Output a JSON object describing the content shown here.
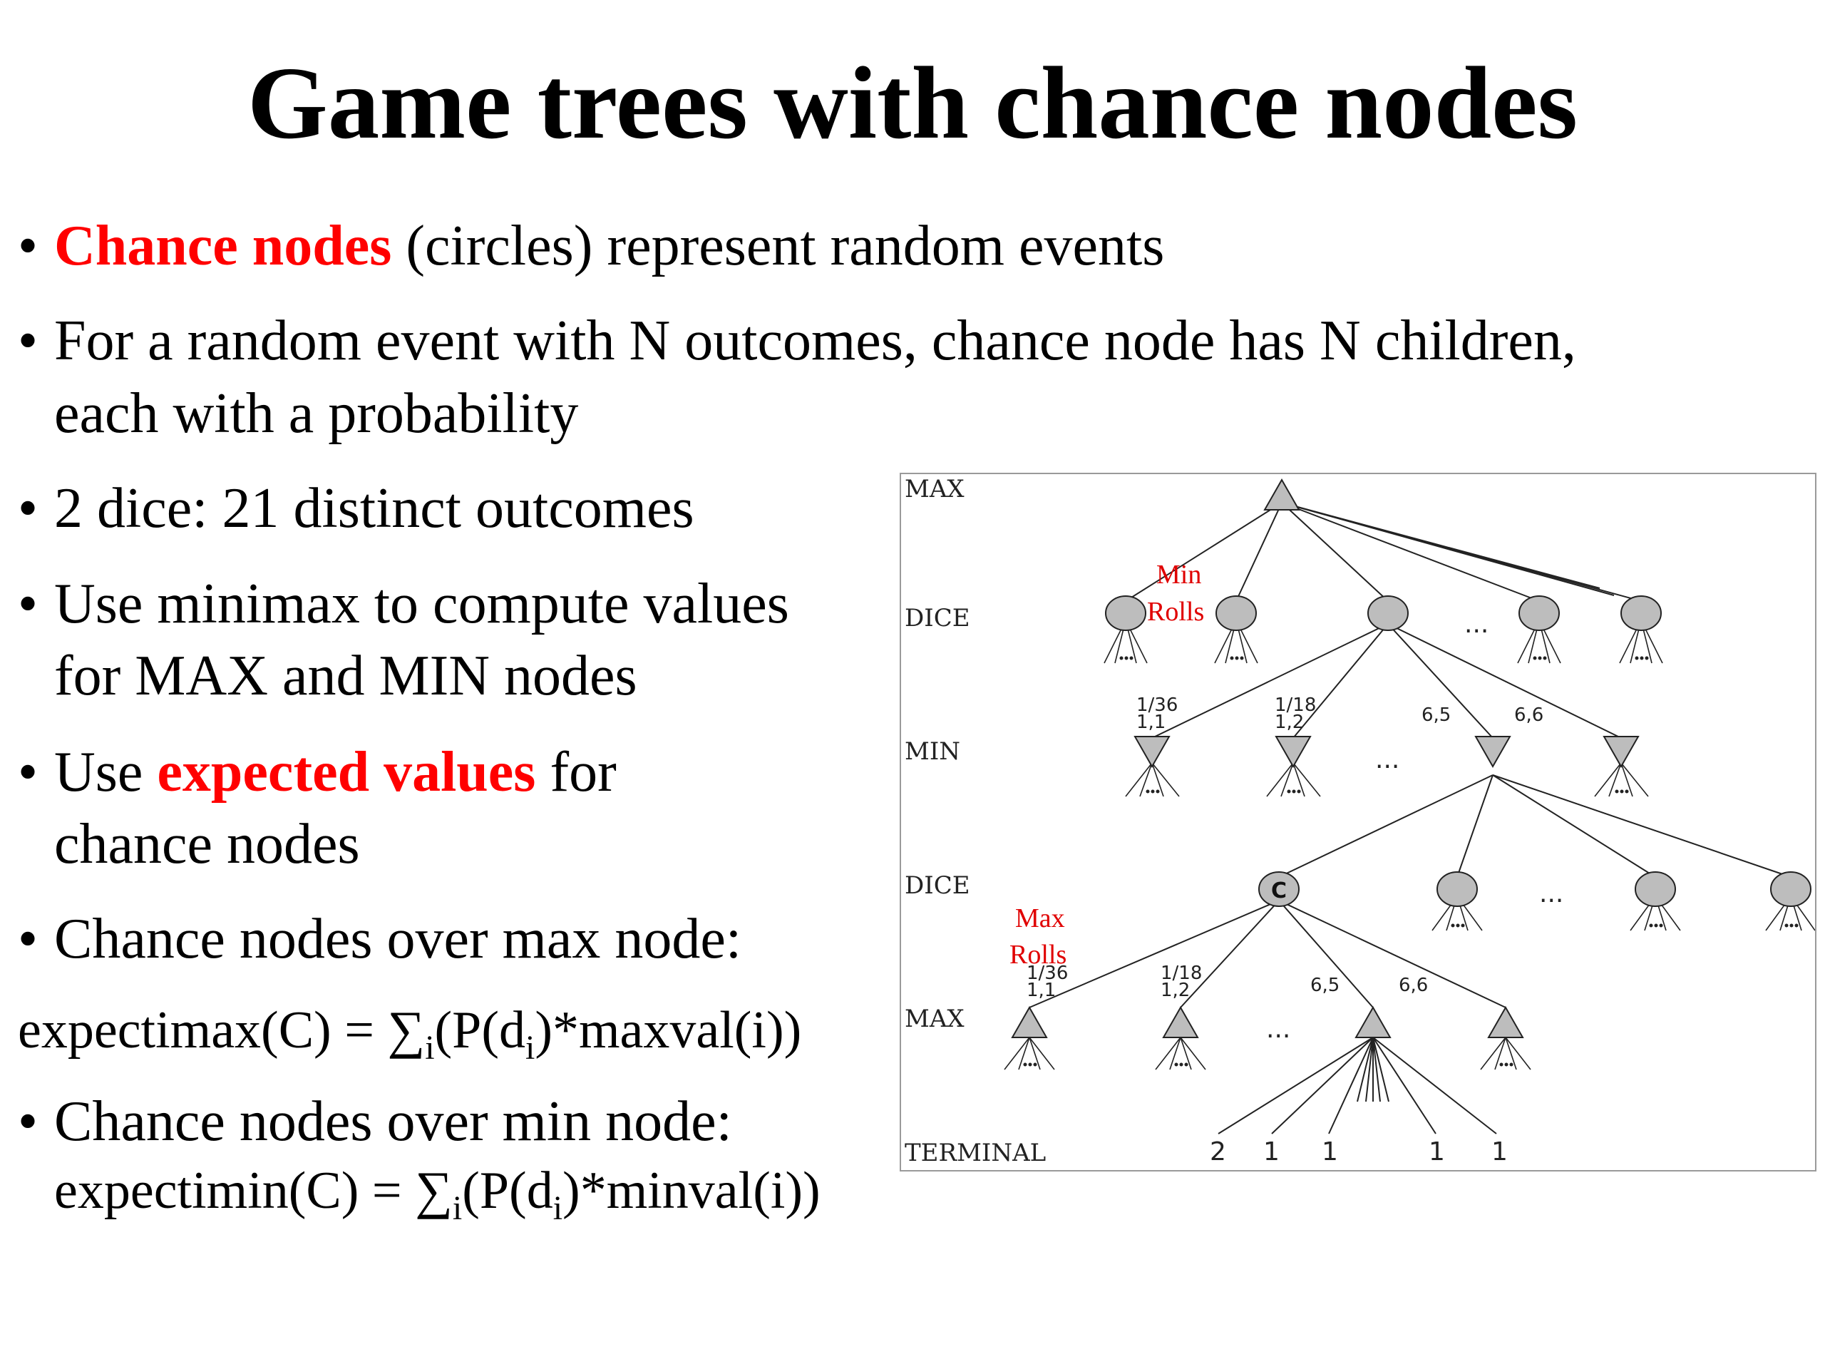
{
  "slide": {
    "title": "Game trees with chance nodes",
    "bullet_char": "•",
    "b1": {
      "red": "Chance nodes",
      "rest": " (circles) represent random events"
    },
    "b2": {
      "line1": "For a random event with N outcomes, chance node has N children,",
      "line2": "each with a probability"
    },
    "b3": {
      "text": "2 dice: 21 distinct outcomes"
    },
    "b4": {
      "line1": "Use minimax to compute values",
      "line2": "for MAX and MIN nodes"
    },
    "b5": {
      "pre": "Use ",
      "red": "expected values",
      "post": " for",
      "line2": "chance nodes"
    },
    "b6": {
      "text": "Chance nodes over max node:"
    },
    "formula1": {
      "pre": "expectimax(C) = ∑",
      "sub1": "i",
      "mid": "(P(d",
      "sub2": "i",
      "post": ")*maxval(i))"
    },
    "b7": {
      "text": "Chance nodes over min node:"
    },
    "formula2": {
      "pre": "expectimin(C) = ∑",
      "sub1": "i",
      "mid": "(P(d",
      "sub2": "i",
      "post": ")*minval(i))"
    }
  },
  "diagram": {
    "levels": {
      "max_top": "MAX",
      "dice_top": "DICE",
      "min": "MIN",
      "dice_bottom": "DICE",
      "max_bottom": "MAX",
      "terminal": "TERMINAL"
    },
    "annotations": {
      "min_line1": "Min",
      "min_line2": "Rolls",
      "max_line1": "Max",
      "max_line2": "Rolls"
    },
    "edge_labels_top": {
      "p1": "1/36",
      "o1": "1,1",
      "p2": "1/18",
      "o2": "1,2",
      "o3": "6,5",
      "o4": "6,6"
    },
    "edge_labels_bottom": {
      "p1": "1/36",
      "o1": "1,1",
      "p2": "1/18",
      "o2": "1,2",
      "o3": "6,5",
      "o4": "6,6"
    },
    "chance_node_label": "C",
    "ellipsis": "...",
    "terminal_values": [
      "2",
      "1",
      "1",
      "1",
      "1"
    ]
  }
}
